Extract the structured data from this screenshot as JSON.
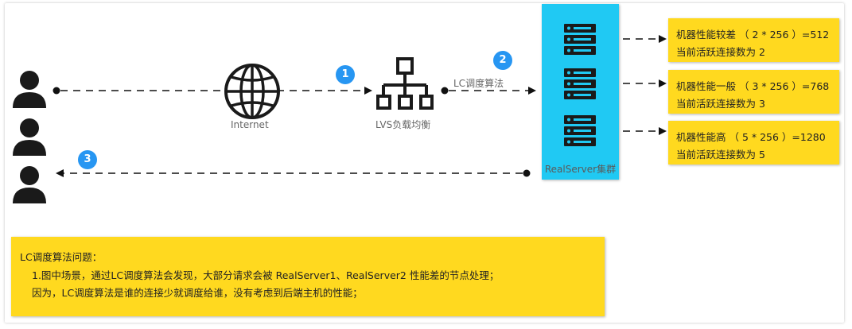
{
  "labels": {
    "internet": "Internet",
    "lvs": "LVS负载均衡",
    "lc_algorithm": "LC调度算法",
    "cluster": "RealServer集群"
  },
  "badges": [
    "1",
    "2",
    "3"
  ],
  "servers": [
    {
      "line1": "机器性能较差 （ 2 * 256 ）=512",
      "line2": "当前活跃连接数为 2"
    },
    {
      "line1": "机器性能一般 （ 3 * 256 ）=768",
      "line2": "当前活跃连接数为 3"
    },
    {
      "line1": "机器性能高 （ 5 * 256 ）=1280",
      "line2": "当前活跃连接数为 5"
    }
  ],
  "note": {
    "title": "LC调度算法问题：",
    "line1": "1.图中场景，通过LC调度算法会发现，大部分请求会被  RealServer1、RealServer2 性能差的节点处理；",
    "line2": "因为，LC调度算法是谁的连接少就调度给谁，没有考虑到后端主机的性能；"
  },
  "colors": {
    "badge": "#2796f2",
    "highlight_yellow": "#ffd91f",
    "cluster_cyan": "#20c9f3",
    "icon_dark": "#1a1a1a"
  }
}
